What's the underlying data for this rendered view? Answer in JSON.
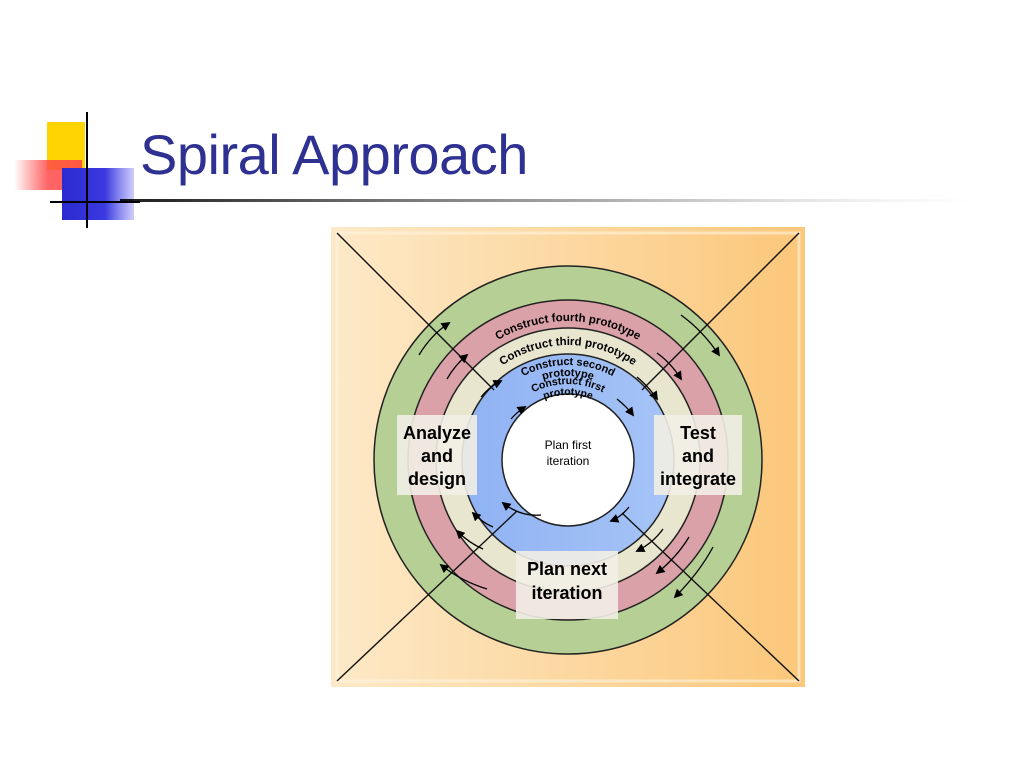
{
  "slide": {
    "title": "Spiral Approach"
  },
  "diagram": {
    "rings": {
      "fourth": "Construct fourth prototype",
      "third": "Construct third prototype",
      "second_line1": "Construct second",
      "second_line2": "prototype",
      "first_line1": "Construct first",
      "first_line2": "prototype"
    },
    "center": {
      "line1": "Plan first",
      "line2": "iteration"
    },
    "phases": {
      "analyze": [
        "Analyze",
        "and",
        "design"
      ],
      "test": [
        "Test",
        "and",
        "integrate"
      ],
      "plan_next": [
        "Plan next",
        "iteration"
      ]
    }
  },
  "colors": {
    "title": "#2e3192",
    "ring_green": "#b5cf95",
    "ring_pink": "#dba1a9",
    "ring_cream": "#e8e6cf",
    "ring_blue": "#9bbcf4",
    "background_light": "#fde6c2",
    "background_dark": "#fbc97d"
  }
}
